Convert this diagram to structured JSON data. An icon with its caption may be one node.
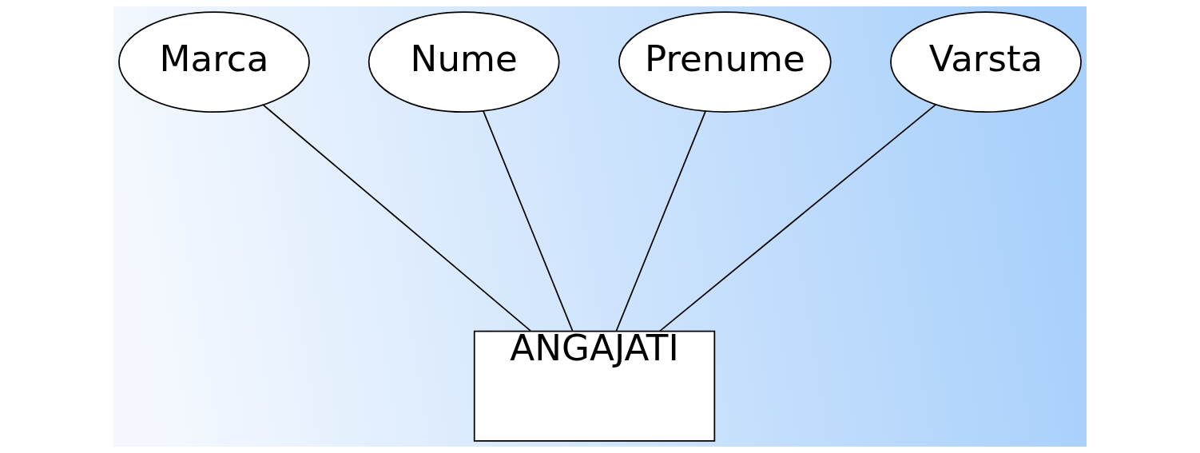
{
  "diagram": {
    "nodes": [
      {
        "text": [
          "Marca"
        ]
      },
      {
        "text": [
          "Nume"
        ]
      },
      {
        "text": [
          "Prenume"
        ]
      },
      {
        "text": [
          "Varsta"
        ]
      },
      {
        "text": [
          "ANGAJATI"
        ]
      }
    ],
    "edges": [
      {
        "from": 0,
        "to": 4,
        "arrow": "none"
      },
      {
        "from": 1,
        "to": 4,
        "arrow": "none"
      },
      {
        "from": 2,
        "to": 4,
        "arrow": "none"
      },
      {
        "from": 3,
        "to": 4,
        "arrow": "none"
      }
    ]
  }
}
